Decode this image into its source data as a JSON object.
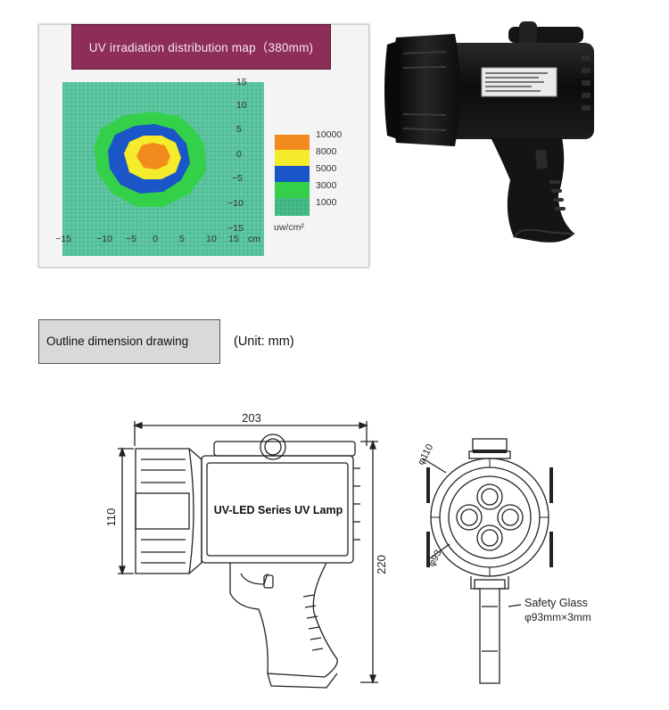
{
  "map": {
    "title": "UV irradiation distribution map（380mm)",
    "x_ticks": [
      "−15",
      "−10",
      "−5",
      "0",
      "5",
      "10",
      "15"
    ],
    "x_unit": "cm",
    "y_ticks": [
      "15",
      "10",
      "5",
      "0",
      "−5",
      "−10",
      "−15"
    ],
    "legend": {
      "unit": "uw/cm²",
      "levels": [
        {
          "value": "10000",
          "color": "#f28a1e"
        },
        {
          "value": "8000",
          "color": "#f4ec2a"
        },
        {
          "value": "5000",
          "color": "#1a56c8"
        },
        {
          "value": "3000",
          "color": "#35d04a"
        },
        {
          "value": "1000",
          "color": "#49c49a"
        }
      ]
    }
  },
  "section": {
    "heading": "Outline dimension drawing",
    "unit_note": "(Unit:  mm)"
  },
  "drawing": {
    "length_dim": "203",
    "diameter_dim": "110",
    "height_dim": "220",
    "front_outer_dim": "φ110",
    "front_inner_dim": "φ93",
    "body_label": "UV-LED Series UV Lamp",
    "glass_title": "Safety Glass",
    "glass_spec": "φ93mm×3mm"
  }
}
